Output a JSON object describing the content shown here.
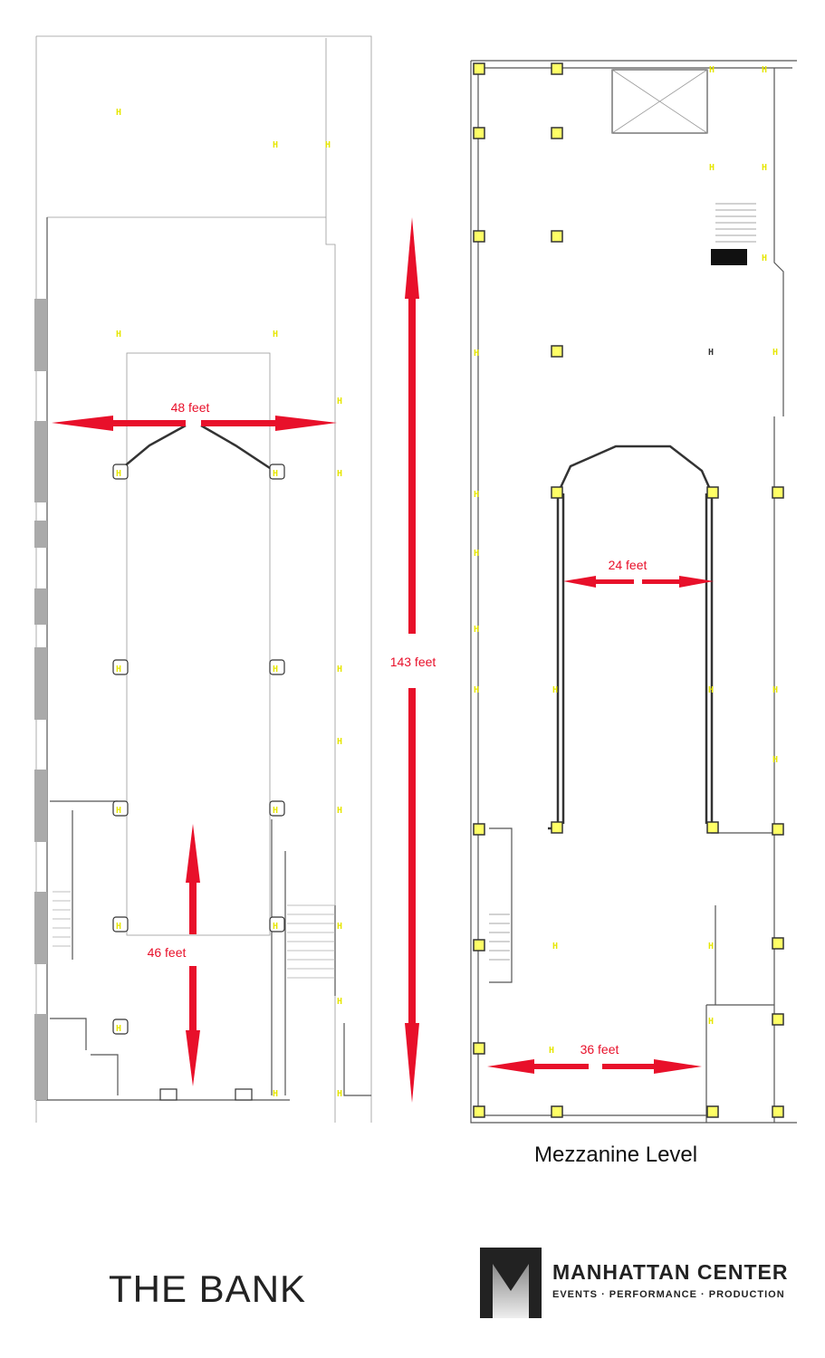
{
  "dimensions": {
    "bank_width": "48 feet",
    "bank_length": "143 feet",
    "bank_stair_gap": "46 feet",
    "mezz_inner_width": "24 feet",
    "mezz_width": "36 feet"
  },
  "labels": {
    "column_marker": "H",
    "mezzanine_title": "Mezzanine Level",
    "bank_title": "THE BANK"
  },
  "logo": {
    "name": "MANHATTAN CENTER",
    "tagline": "EVENTS · PERFORMANCE · PRODUCTION"
  },
  "colors": {
    "dimension": "#e8102a",
    "column_marker": "#e6e600"
  }
}
